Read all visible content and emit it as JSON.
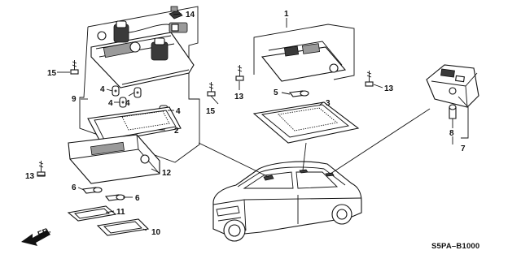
{
  "diagram": {
    "code": "S5PA–B1000",
    "direction_label": "FR.",
    "callouts": {
      "c1": "1",
      "c2": "2",
      "c3": "3",
      "c4a": "4",
      "c4b": "4",
      "c4c": "4",
      "c4d": "4",
      "c5": "5",
      "c6a": "6",
      "c6b": "6",
      "c7": "7",
      "c8": "8",
      "c9": "9",
      "c10": "10",
      "c11": "11",
      "c12": "12",
      "c13a": "13",
      "c13b": "13",
      "c13c": "13",
      "c14": "14",
      "c15a": "15",
      "c15b": "15"
    }
  }
}
